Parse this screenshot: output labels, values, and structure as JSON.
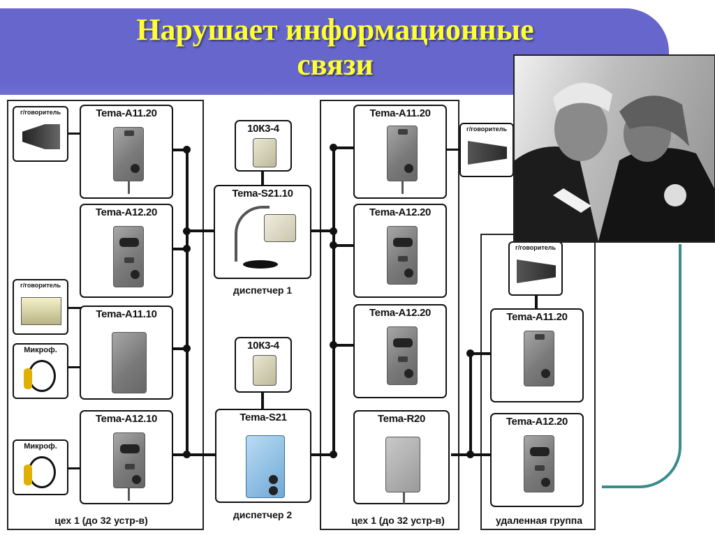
{
  "slide": {
    "title_line1": "Нарушает информационные",
    "title_line2": "связи",
    "colors": {
      "header": "#6666cc",
      "title": "#ffff33",
      "accent_line": "#3b8b8b"
    }
  },
  "diagram": {
    "devices": {
      "w1_1": "Tema-A11.20",
      "w1_2": "Tema-A12.20",
      "w1_3": "Tema-A11.10",
      "w1_4": "Tema-A12.10",
      "d_10k3_top": "10К3-4",
      "d_s21_10": "Tema-S21.10",
      "d_10k3_bottom": "10К3-4",
      "d_s21": "Tema-S21",
      "w2_1": "Tema-A11.20",
      "w2_2": "Tema-A12.20",
      "w2_3": "Tema-A12.20",
      "w2_4": "Tema-R20",
      "r_1": "Tema-A11.20",
      "r_2": "Tema-A12.20"
    },
    "peripherals": {
      "speaker_1": "г/говоритель",
      "speaker_2": "г/говоритель",
      "mic_1": "Микроф.",
      "mic_2": "Микроф.",
      "speaker_3": "г/говоритель",
      "speaker_4": "г/говоритель"
    },
    "captions": {
      "workshop_1": "цех 1 (до 32 устр-в)",
      "dispatcher_1": "диспетчер 1",
      "dispatcher_2": "диспетчер 2",
      "workshop_2": "цех 1 (до 32 устр-в)",
      "remote_group": "удаленная группа"
    }
  }
}
